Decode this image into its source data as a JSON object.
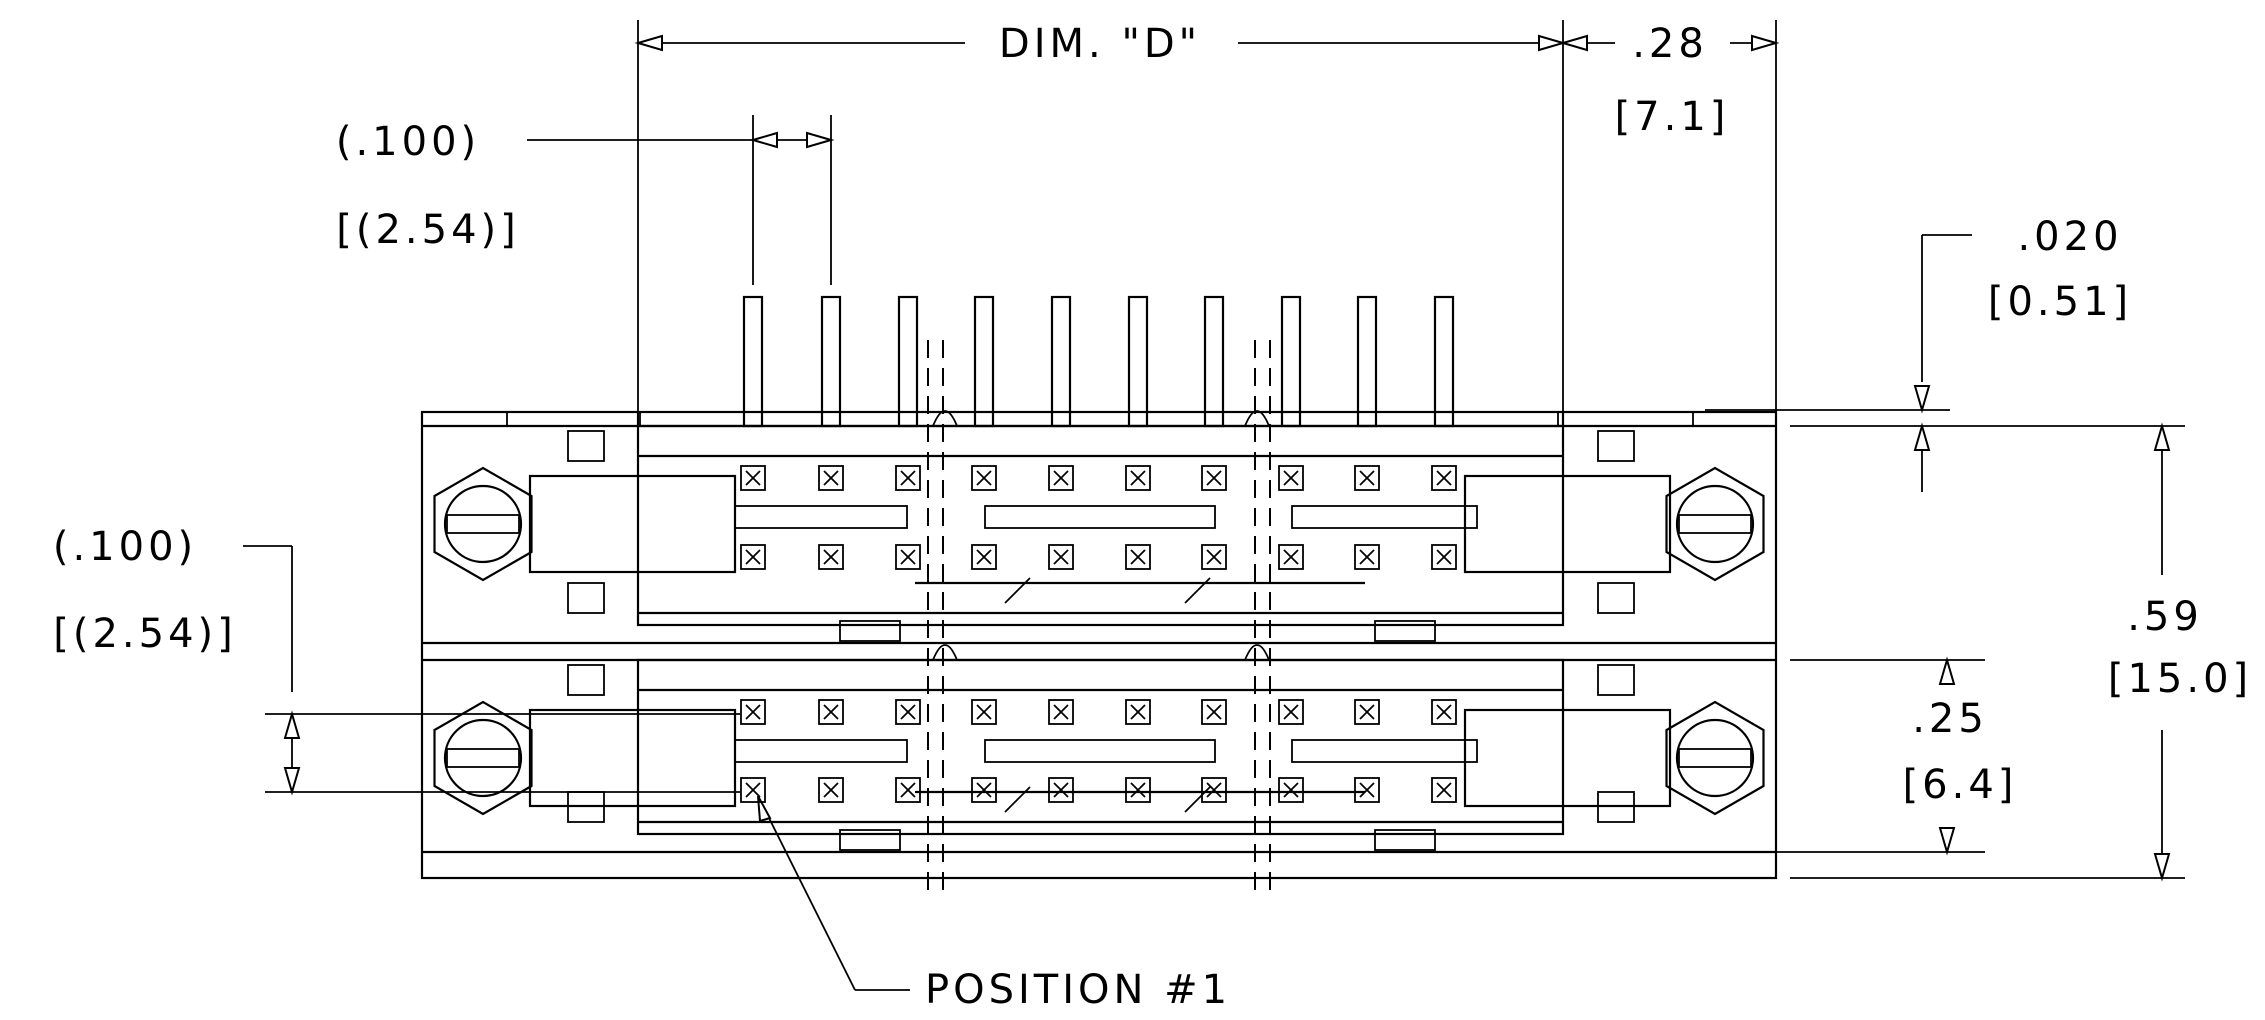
{
  "dims": {
    "dim_d": "DIM. \"D\"",
    "end_offset_in": ".28",
    "end_offset_mm": "[7.1]",
    "pitch_top_in": "(.100)",
    "pitch_top_mm": "[(2.54)]",
    "pitch_left_in": "(.100)",
    "pitch_left_mm": "[(2.54)]",
    "tail_in": ".020",
    "tail_mm": "[0.51]",
    "height_in": ".59",
    "height_mm": "[15.0]",
    "row_in": ".25",
    "row_mm": "[6.4]"
  },
  "callouts": {
    "position_1": "POSITION #1"
  }
}
